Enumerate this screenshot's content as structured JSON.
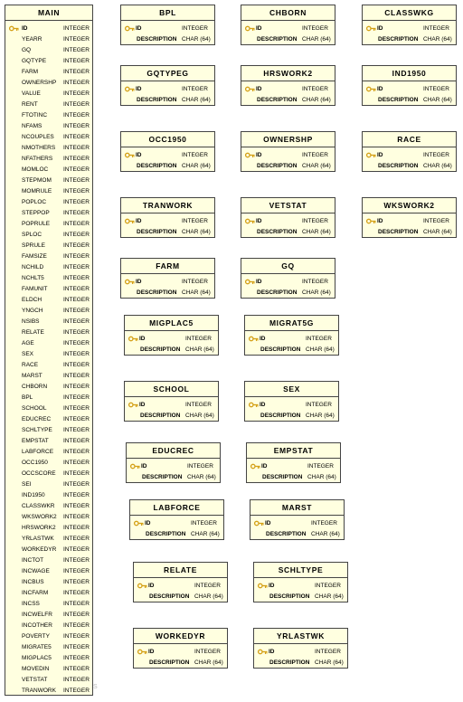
{
  "main": {
    "title": "MAIN",
    "rows": [
      {
        "name": "ID",
        "type": "INTEGER",
        "pk": true
      },
      {
        "name": "YEARR",
        "type": "INTEGER"
      },
      {
        "name": "GQ",
        "type": "INTEGER"
      },
      {
        "name": "GQTYPE",
        "type": "INTEGER"
      },
      {
        "name": "FARM",
        "type": "INTEGER"
      },
      {
        "name": "OWNERSHP",
        "type": "INTEGER"
      },
      {
        "name": "VALUE",
        "type": "INTEGER"
      },
      {
        "name": "RENT",
        "type": "INTEGER"
      },
      {
        "name": "FTOTINC",
        "type": "INTEGER"
      },
      {
        "name": "NFAMS",
        "type": "INTEGER"
      },
      {
        "name": "NCOUPLES",
        "type": "INTEGER"
      },
      {
        "name": "NMOTHERS",
        "type": "INTEGER"
      },
      {
        "name": "NFATHERS",
        "type": "INTEGER"
      },
      {
        "name": "MOMLOC",
        "type": "INTEGER"
      },
      {
        "name": "STEPMOM",
        "type": "INTEGER"
      },
      {
        "name": "MOMRULE",
        "type": "INTEGER"
      },
      {
        "name": "POPLOC",
        "type": "INTEGER"
      },
      {
        "name": "STEPPOP",
        "type": "INTEGER"
      },
      {
        "name": "POPRULE",
        "type": "INTEGER"
      },
      {
        "name": "SPLOC",
        "type": "INTEGER"
      },
      {
        "name": "SPRULE",
        "type": "INTEGER"
      },
      {
        "name": "FAMSIZE",
        "type": "INTEGER"
      },
      {
        "name": "NCHILD",
        "type": "INTEGER"
      },
      {
        "name": "NCHLT5",
        "type": "INTEGER"
      },
      {
        "name": "FAMUNIT",
        "type": "INTEGER"
      },
      {
        "name": "ELDCH",
        "type": "INTEGER"
      },
      {
        "name": "YNGCH",
        "type": "INTEGER"
      },
      {
        "name": "NSIBS",
        "type": "INTEGER"
      },
      {
        "name": "RELATE",
        "type": "INTEGER"
      },
      {
        "name": "AGE",
        "type": "INTEGER"
      },
      {
        "name": "SEX",
        "type": "INTEGER"
      },
      {
        "name": "RACE",
        "type": "INTEGER"
      },
      {
        "name": "MARST",
        "type": "INTEGER"
      },
      {
        "name": "CHBORN",
        "type": "INTEGER"
      },
      {
        "name": "BPL",
        "type": "INTEGER"
      },
      {
        "name": "SCHOOL",
        "type": "INTEGER"
      },
      {
        "name": "EDUCREC",
        "type": "INTEGER"
      },
      {
        "name": "SCHLTYPE",
        "type": "INTEGER"
      },
      {
        "name": "EMPSTAT",
        "type": "INTEGER"
      },
      {
        "name": "LABFORCE",
        "type": "INTEGER"
      },
      {
        "name": "OCC1950",
        "type": "INTEGER"
      },
      {
        "name": "OCCSCORE",
        "type": "INTEGER"
      },
      {
        "name": "SEI",
        "type": "INTEGER"
      },
      {
        "name": "IND1950",
        "type": "INTEGER"
      },
      {
        "name": "CLASSWKR",
        "type": "INTEGER"
      },
      {
        "name": "WKSWORK2",
        "type": "INTEGER"
      },
      {
        "name": "HRSWORK2",
        "type": "INTEGER"
      },
      {
        "name": "YRLASTWK",
        "type": "INTEGER"
      },
      {
        "name": "WORKEDYR",
        "type": "INTEGER"
      },
      {
        "name": "INCTOT",
        "type": "INTEGER"
      },
      {
        "name": "INCWAGE",
        "type": "INTEGER"
      },
      {
        "name": "INCBUS",
        "type": "INTEGER"
      },
      {
        "name": "INCFARM",
        "type": "INTEGER"
      },
      {
        "name": "INCSS",
        "type": "INTEGER"
      },
      {
        "name": "INCWELFR",
        "type": "INTEGER"
      },
      {
        "name": "INCOTHER",
        "type": "INTEGER"
      },
      {
        "name": "POVERTY",
        "type": "INTEGER"
      },
      {
        "name": "MIGRATE5",
        "type": "INTEGER"
      },
      {
        "name": "MIGPLAC5",
        "type": "INTEGER"
      },
      {
        "name": "MOVEDIN",
        "type": "INTEGER"
      },
      {
        "name": "VETSTAT",
        "type": "INTEGER"
      },
      {
        "name": "TRANWORK",
        "type": "INTEGER"
      }
    ],
    "trail": "S"
  },
  "lookup": {
    "id_name": "ID",
    "id_type": "INTEGER",
    "desc_name": "DESCRIPTION",
    "desc_type": "CHAR (64)",
    "tables": [
      "BPL",
      "CHBORN",
      "CLASSWKG",
      "GQTYPEG",
      "HRSWORK2",
      "IND1950",
      "OCC1950",
      "OWNERSHP",
      "RACE",
      "TRANWORK",
      "VETSTAT",
      "WKSWORK2",
      "FARM",
      "GQ",
      "MIGPLAC5",
      "MIGRAT5G",
      "SCHOOL",
      "SEX",
      "EDUCREC",
      "EMPSTAT",
      "LABFORCE",
      "MARST",
      "RELATE",
      "SCHLTYPE",
      "WORKEDYR",
      "YRLASTWK"
    ]
  },
  "colors": {
    "table_fill": "#ffffe0",
    "border": "#444444",
    "key_gold": "#d4a017"
  }
}
